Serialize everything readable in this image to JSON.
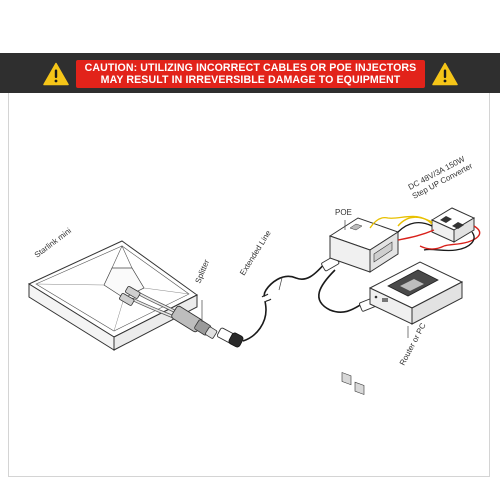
{
  "warning": {
    "line1": "CAUTION: UTILIZING INCORRECT CABLES OR POE INJECTORS",
    "line2": "MAY RESULT IN IRREVERSIBLE DAMAGE TO EQUIPMENT",
    "icon": "warning-triangle-icon",
    "colors": {
      "banner": "#2f2f2f",
      "box": "#e2231a",
      "icon": "#f5c518"
    }
  },
  "labels": {
    "starlink": "Starlink mini",
    "splitter": "Splitter",
    "extended": "Extended Line",
    "poe": "POE",
    "converter1": "DC 48V/3A 150W",
    "converter2": "Step UP Converter",
    "router": "Router or PC"
  },
  "wire_colors": {
    "red": "#d8201a",
    "yellow": "#e8c000",
    "black": "#1a1a1a"
  }
}
